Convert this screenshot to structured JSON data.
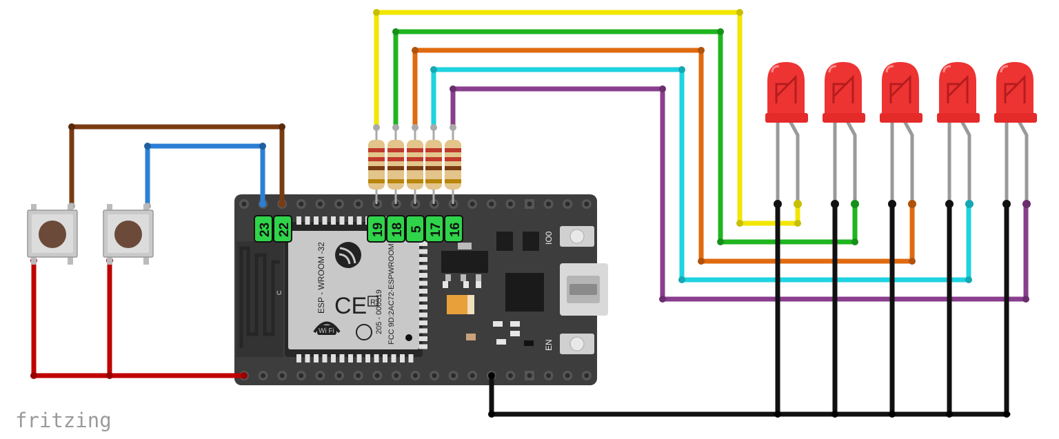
{
  "app": {
    "logo": "fritzing"
  },
  "board": {
    "module_text": "ESP - WROOM -32",
    "module_text2": "205 - 000519",
    "module_fcc": "FCC 9D:2AC72-ESPWROOM",
    "module_r": "R",
    "module_ce": "CE",
    "module_wifi": "Wi Fi",
    "module_c": "C",
    "button_io0": "IO0",
    "button_en": "EN"
  },
  "pins": {
    "p23": "23",
    "p22": "22",
    "p19": "19",
    "p18": "18",
    "p5": "5",
    "p17": "17",
    "p16": "16"
  },
  "colors": {
    "board": "#3d3d3d",
    "pin_label": "#2fd44a",
    "wire_yellow": "#f2e600",
    "wire_green": "#1fb51f",
    "wire_orange": "#e06a10",
    "wire_cyan": "#1fd3e0",
    "wire_purple": "#8a3e8e",
    "wire_brown": "#7a3b12",
    "wire_blue": "#2c7fd4",
    "wire_red": "#c00000",
    "wire_black": "#111111",
    "led": "#ee3333"
  }
}
